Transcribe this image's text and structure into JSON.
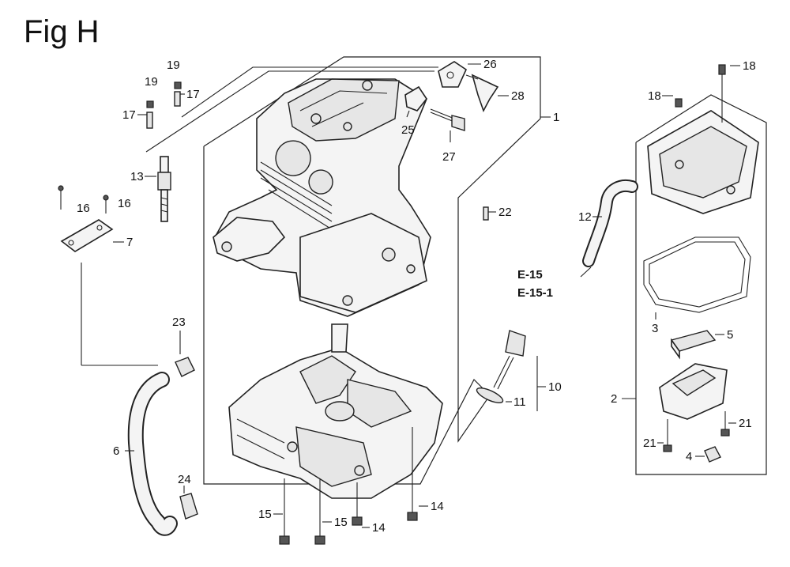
{
  "figure": {
    "title": "Fig H"
  },
  "callouts": {
    "c1": "1",
    "c2": "2",
    "c3": "3",
    "c4": "4",
    "c5": "5",
    "c6": "6",
    "c7": "7",
    "c10": "10",
    "c11": "11",
    "c12": "12",
    "c13": "13",
    "c14a": "14",
    "c14b": "14",
    "c15a": "15",
    "c15b": "15",
    "c16a": "16",
    "c16b": "16",
    "c17a": "17",
    "c17b": "17",
    "c18a": "18",
    "c18b": "18",
    "c19a": "19",
    "c19b": "19",
    "c21a": "21",
    "c21b": "21",
    "c22": "22",
    "c23": "23",
    "c24": "24",
    "c25": "25",
    "c26": "26",
    "c27": "27",
    "c28": "28"
  },
  "references": {
    "ref1": "E-15",
    "ref2": "E-15-1"
  }
}
